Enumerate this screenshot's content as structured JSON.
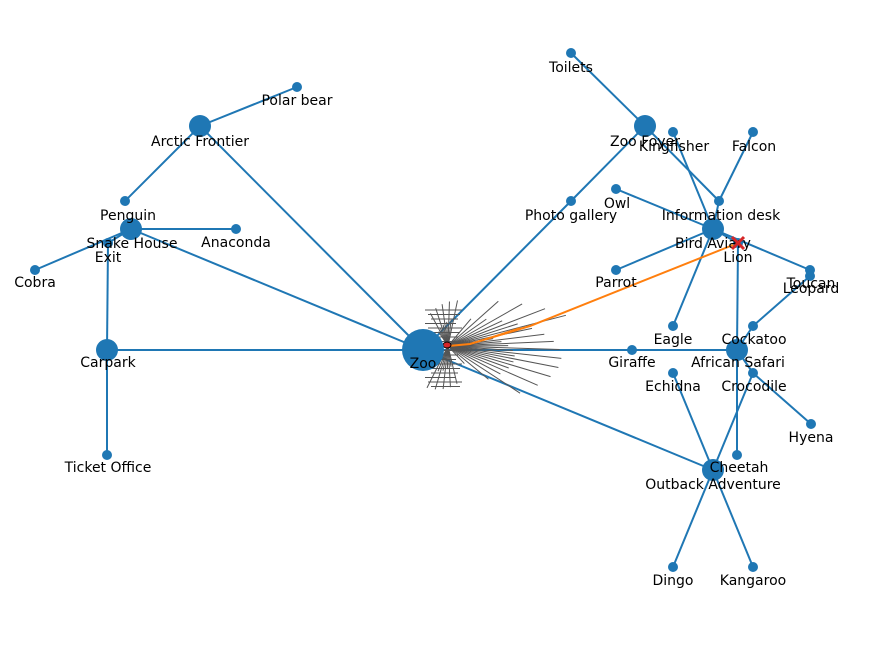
{
  "graph": {
    "colors": {
      "node": "#1f77b4",
      "edge": "#1f77b4",
      "path": "#ff7f0e",
      "marker": "#d62728",
      "cluster": "#555555"
    },
    "nodes": [
      {
        "id": "zoo",
        "label": "Zoo",
        "kind": "hub"
      },
      {
        "id": "arctic",
        "label": "Arctic Frontier",
        "kind": "area"
      },
      {
        "id": "polar",
        "label": "Polar bear",
        "kind": "leaf"
      },
      {
        "id": "penguin",
        "label": "Penguin",
        "kind": "leaf"
      },
      {
        "id": "snake",
        "label": "Snake House",
        "kind": "area"
      },
      {
        "id": "anaconda",
        "label": "Anaconda",
        "kind": "leaf"
      },
      {
        "id": "exit",
        "label": "Exit",
        "kind": "leaf"
      },
      {
        "id": "cobra",
        "label": "Cobra",
        "kind": "leaf"
      },
      {
        "id": "carpark",
        "label": "Carpark",
        "kind": "area"
      },
      {
        "id": "ticket",
        "label": "Ticket Office",
        "kind": "leaf"
      },
      {
        "id": "toilets",
        "label": "Toilets",
        "kind": "leaf"
      },
      {
        "id": "foyer",
        "label": "Zoo Foyer",
        "kind": "area"
      },
      {
        "id": "kingfisher",
        "label": "Kingfisher",
        "kind": "leaf"
      },
      {
        "id": "falcon",
        "label": "Falcon",
        "kind": "leaf"
      },
      {
        "id": "owl",
        "label": "Owl",
        "kind": "leaf"
      },
      {
        "id": "photo",
        "label": "Photo gallery",
        "kind": "leaf"
      },
      {
        "id": "info",
        "label": "Information desk",
        "kind": "leaf"
      },
      {
        "id": "aviary",
        "label": "Bird Aviary",
        "kind": "area"
      },
      {
        "id": "lion",
        "label": "Lion",
        "kind": "leaf"
      },
      {
        "id": "parrot",
        "label": "Parrot",
        "kind": "leaf"
      },
      {
        "id": "toucan",
        "label": "Toucan",
        "kind": "leaf"
      },
      {
        "id": "leopard",
        "label": "Leopard",
        "kind": "leaf"
      },
      {
        "id": "eagle",
        "label": "Eagle",
        "kind": "leaf"
      },
      {
        "id": "cockatoo",
        "label": "Cockatoo",
        "kind": "leaf"
      },
      {
        "id": "giraffe",
        "label": "Giraffe",
        "kind": "leaf"
      },
      {
        "id": "safari",
        "label": "African Safari",
        "kind": "area"
      },
      {
        "id": "echidna",
        "label": "Echidna",
        "kind": "leaf"
      },
      {
        "id": "crocodile",
        "label": "Crocodile",
        "kind": "leaf"
      },
      {
        "id": "hyena",
        "label": "Hyena",
        "kind": "leaf"
      },
      {
        "id": "cheetah",
        "label": "Cheetah",
        "kind": "leaf"
      },
      {
        "id": "outback",
        "label": "Outback Adventure",
        "kind": "area"
      },
      {
        "id": "dingo",
        "label": "Dingo",
        "kind": "leaf"
      },
      {
        "id": "kangaroo",
        "label": "Kangaroo",
        "kind": "leaf"
      }
    ],
    "edges": [
      [
        "zoo",
        "arctic"
      ],
      [
        "arctic",
        "polar"
      ],
      [
        "arctic",
        "penguin"
      ],
      [
        "zoo",
        "snake"
      ],
      [
        "snake",
        "anaconda"
      ],
      [
        "snake",
        "cobra"
      ],
      [
        "snake",
        "exit"
      ],
      [
        "zoo",
        "carpark"
      ],
      [
        "carpark",
        "exit"
      ],
      [
        "carpark",
        "ticket"
      ],
      [
        "zoo",
        "photo"
      ],
      [
        "photo",
        "foyer"
      ],
      [
        "foyer",
        "toilets"
      ],
      [
        "foyer",
        "info"
      ],
      [
        "info",
        "aviary"
      ],
      [
        "info",
        "falcon"
      ],
      [
        "aviary",
        "kingfisher"
      ],
      [
        "aviary",
        "owl"
      ],
      [
        "aviary",
        "parrot"
      ],
      [
        "aviary",
        "toucan"
      ],
      [
        "aviary",
        "eagle"
      ],
      [
        "aviary",
        "lion"
      ],
      [
        "zoo",
        "giraffe"
      ],
      [
        "giraffe",
        "safari"
      ],
      [
        "safari",
        "lion"
      ],
      [
        "safari",
        "cockatoo"
      ],
      [
        "cockatoo",
        "leopard"
      ],
      [
        "safari",
        "crocodile"
      ],
      [
        "crocodile",
        "hyena"
      ],
      [
        "safari",
        "cheetah"
      ],
      [
        "zoo",
        "outback"
      ],
      [
        "outback",
        "echidna"
      ],
      [
        "outback",
        "crocodile"
      ],
      [
        "outback",
        "dingo"
      ],
      [
        "outback",
        "kangaroo"
      ]
    ],
    "highlight_path": [
      "zoo",
      "lion"
    ]
  }
}
